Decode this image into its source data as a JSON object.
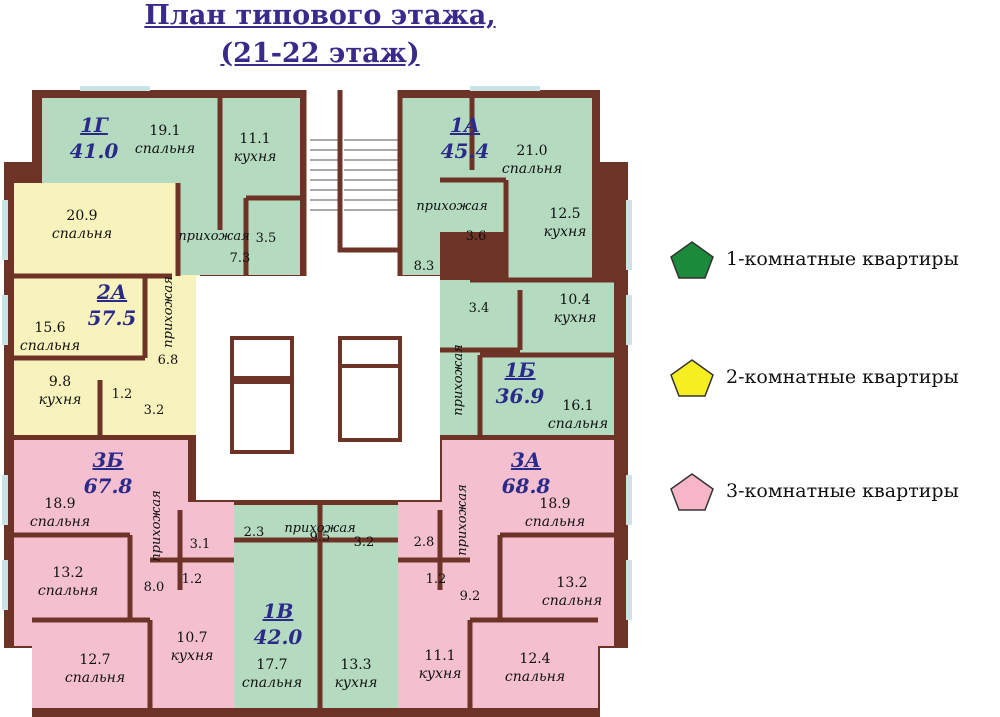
{
  "title": {
    "line1": "План типового этажа,",
    "line2": "(21-22 этаж)"
  },
  "legend": [
    {
      "label": "1-комнатные квартиры",
      "color": "#1b8a3c"
    },
    {
      "label": "2-комнатные квартиры",
      "color": "#f5ef22"
    },
    {
      "label": "3-комнатные квартиры",
      "color": "#f7b5c8"
    }
  ],
  "colors": {
    "one_room": "#b4dbbf",
    "two_room": "#f8f2bc",
    "three_room": "#f4c0d0",
    "wall": "#6e3327",
    "core": "#ffffff",
    "apt_label": "#2a2a8a"
  },
  "apartments": [
    {
      "id": "1Г",
      "area": "41.0"
    },
    {
      "id": "1А",
      "area": "45.4"
    },
    {
      "id": "2А",
      "area": "57.5"
    },
    {
      "id": "1Б",
      "area": "36.9"
    },
    {
      "id": "3Б",
      "area": "67.8"
    },
    {
      "id": "3А",
      "area": "68.8"
    },
    {
      "id": "1В",
      "area": "42.0"
    }
  ],
  "rooms": [
    {
      "area": "19.1",
      "label": "спальня"
    },
    {
      "area": "11.1",
      "label": "кухня"
    },
    {
      "area": "21.0",
      "label": "спальня"
    },
    {
      "area": "12.5",
      "label": "кухня"
    },
    {
      "area": "20.9",
      "label": "спальня"
    },
    {
      "area": "15.6",
      "label": "спальня"
    },
    {
      "area": "9.8",
      "label": "кухня"
    },
    {
      "area": "10.4",
      "label": "кухня"
    },
    {
      "area": "16.1",
      "label": "спальня"
    },
    {
      "area": "18.9",
      "label": "спальня"
    },
    {
      "area": "13.2",
      "label": "спальня"
    },
    {
      "area": "12.7",
      "label": "спальня"
    },
    {
      "area": "10.7",
      "label": "кухня"
    },
    {
      "area": "17.7",
      "label": "спальня"
    },
    {
      "area": "13.3",
      "label": "кухня"
    },
    {
      "area": "11.1",
      "label": "кухня"
    },
    {
      "area": "12.4",
      "label": "спальня"
    },
    {
      "area": "18.9",
      "label": "спальня"
    },
    {
      "area": "13.2",
      "label": "спальня"
    }
  ],
  "hallways": [
    "прихожая",
    "прихожая",
    "прихожая",
    "прихожая",
    "прихожая",
    "прихожая",
    "прихожая"
  ],
  "small_areas": [
    "3.5",
    "7.3",
    "3.6",
    "8.3",
    "3.4",
    "6.8",
    "1.2",
    "3.2",
    "3.1",
    "1.2",
    "8.0",
    "2.3",
    "9.5",
    "3.2",
    "2.8",
    "1.2",
    "9.2"
  ]
}
